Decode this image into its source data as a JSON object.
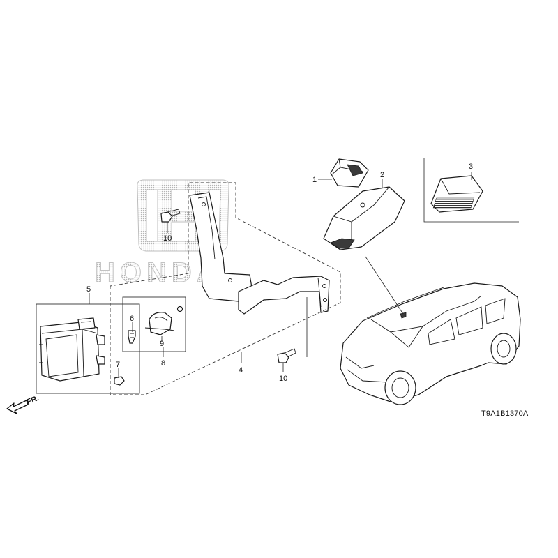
{
  "diagram_code": "T9A1B1370A",
  "direction_label": "FR.",
  "logo_text": "HONDA",
  "callouts": {
    "c1": "1",
    "c2": "2",
    "c3": "3",
    "c4": "4",
    "c5": "5",
    "c6": "6",
    "c7": "7",
    "c8": "8",
    "c9": "9",
    "c10a": "10",
    "c10b": "10"
  }
}
